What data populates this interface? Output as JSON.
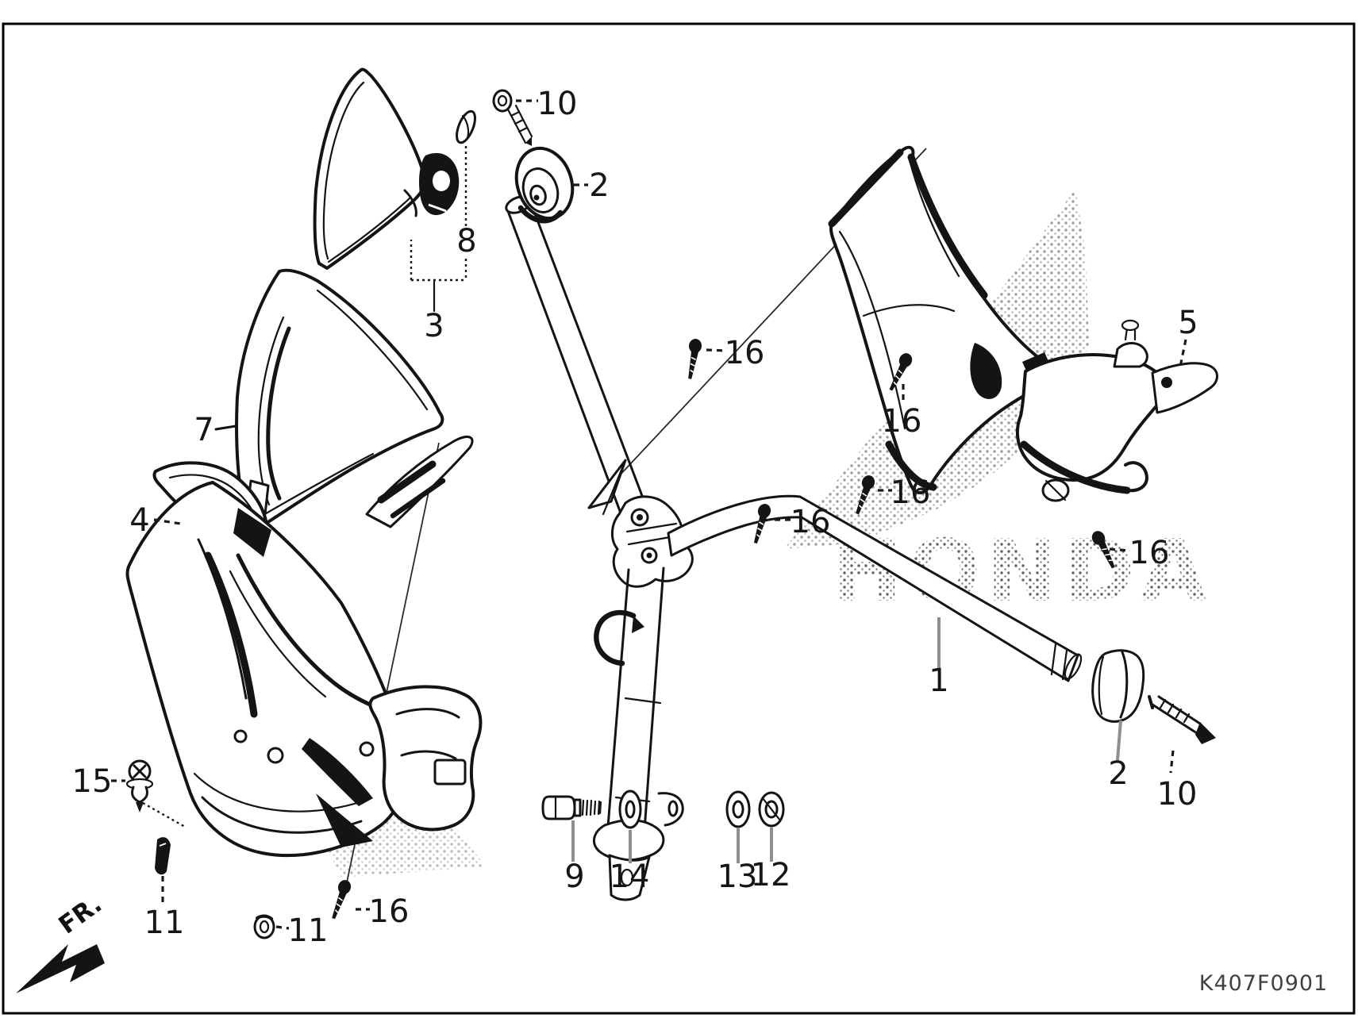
{
  "diagram": {
    "drawing_code": "K407F0901",
    "front_label": "FR.",
    "watermark": "HONDA"
  },
  "callouts": {
    "p1": {
      "label": "1"
    },
    "p2_top": {
      "label": "2"
    },
    "p2_right": {
      "label": "2"
    },
    "p3": {
      "label": "3"
    },
    "p4": {
      "label": "4"
    },
    "p5": {
      "label": "5"
    },
    "p7": {
      "label": "7"
    },
    "p8": {
      "label": "8"
    },
    "p9": {
      "label": "9"
    },
    "p10_top": {
      "label": "10"
    },
    "p10_right": {
      "label": "10"
    },
    "p11_left": {
      "label": "11"
    },
    "p11_mid": {
      "label": "11"
    },
    "p12": {
      "label": "12"
    },
    "p13": {
      "label": "13"
    },
    "p14": {
      "label": "14"
    },
    "p15": {
      "label": "15"
    },
    "p16_center": {
      "label": "16"
    },
    "p16_top": {
      "label": "16"
    },
    "p16_mid": {
      "label": "16"
    },
    "p16_midleft": {
      "label": "16"
    },
    "p16_right": {
      "label": "16"
    },
    "p16_bottom": {
      "label": "16"
    }
  }
}
